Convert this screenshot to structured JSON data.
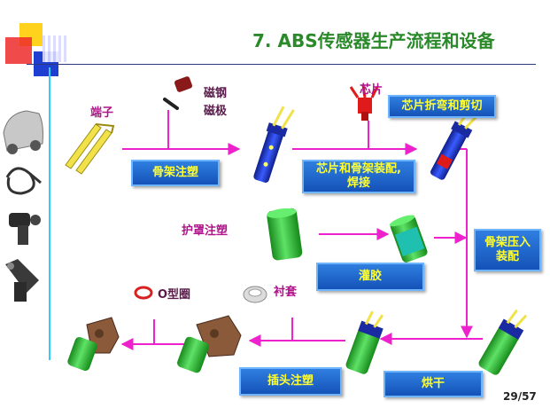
{
  "title": "7. ABS传感器生产流程和设备",
  "page_number": "29/57",
  "labels": {
    "terminal": "端子",
    "magnet_line1": "磁钢",
    "magnet_line2": "磁极",
    "chip": "芯片",
    "shield_molding": "护罩注塑",
    "o_ring": "O型圈",
    "bushing": "衬套"
  },
  "process_boxes": {
    "frame_molding": "骨架注塑",
    "chip_bend_cut": "芯片折弯和剪切",
    "chip_frame_assembly": "芯片和骨架装配,\n焊接",
    "potting": "灌胶",
    "frame_press_fit": "骨架压入\n装配",
    "connector_molding": "插头注塑",
    "drying": "烘干"
  },
  "colors": {
    "arrow": "#ee22cc",
    "title": "#2a8a2a",
    "box_fill": "#1a63c8",
    "box_text": "#ffff33",
    "part_green": "#22b02a",
    "part_blue": "#1636c8"
  }
}
